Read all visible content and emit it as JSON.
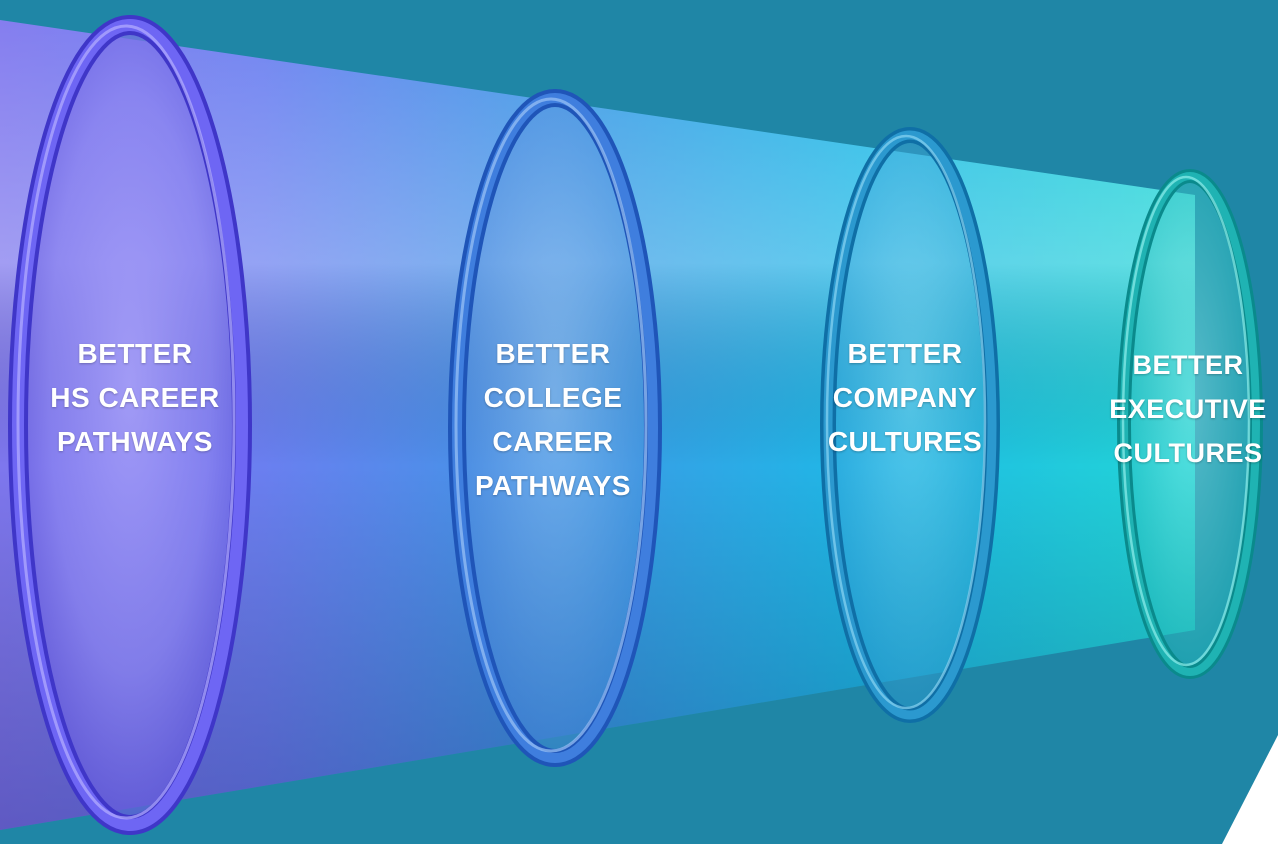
{
  "stages": [
    {
      "lines": [
        "BETTER",
        "HS CAREER",
        "PATHWAYS"
      ]
    },
    {
      "lines": [
        "BETTER",
        "COLLEGE",
        "CAREER",
        "PATHWAYS"
      ]
    },
    {
      "lines": [
        "BETTER",
        "COMPANY",
        "CULTURES"
      ]
    },
    {
      "lines": [
        "BETTER",
        "EXECUTIVE",
        "CULTURES"
      ]
    }
  ],
  "colors": {
    "background": "#1f86a6",
    "ring_1": "#5a55ee",
    "ring_2": "#3a78d8",
    "ring_3": "#1f8ec4",
    "ring_4": "#1aa9a8",
    "tube_start": "#7e77ee",
    "tube_mid": "#3f96e6",
    "tube_end": "#22d6d6"
  }
}
